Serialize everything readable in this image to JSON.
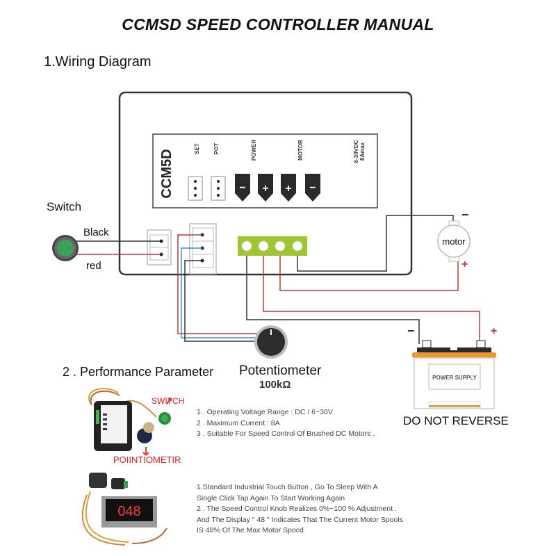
{
  "title": "CCMSD SPEED CONTROLLER MANUAL",
  "section1": {
    "heading": "1.Wiring Diagram",
    "controller": {
      "model": "CCM5D",
      "ports": [
        "SET",
        "POT",
        "POWER",
        "MOTOR"
      ],
      "rating_line1": "6-30VDC",
      "rating_line2": "8Amax",
      "terminals": [
        "−",
        "+",
        "+",
        "−"
      ]
    },
    "switch": {
      "label": "Switch",
      "wire1": "Black",
      "wire2": "red"
    },
    "motor": {
      "label": "motor",
      "minus": "−",
      "plus": "+"
    },
    "potentiometer": {
      "label": "Potentiometer",
      "value": "100kΩ"
    },
    "battery": {
      "label": "POWER SUPPLY",
      "minus": "−",
      "plus": "+",
      "warning": "DO NOT REVERSE"
    },
    "colors": {
      "wire_black": "#333333",
      "wire_red": "#c0393b",
      "wire_blue": "#3c8fd0",
      "terminal_green": "#9dc72d",
      "battery_orange": "#f0962a",
      "switch_green": "#3aa05a"
    }
  },
  "section2": {
    "heading": "2 . Performance Parameter",
    "photo1": {
      "switch_label": "SWITCH",
      "pot_label": "POIINTIOMETIR"
    },
    "params": [
      "1 . Operating Voltage Range : DC / 6−30V",
      "2 . Maximum Current : 8A",
      "3 . Suitable For Speed Control Of Brushed DC Motors ."
    ],
    "photo2": {
      "display_value": "048"
    },
    "description": [
      "1.Standard Industrial Touch Button , Go To Sleep With A",
      "Single Click Tap Again To  Start Working Again",
      "2 . The Speed Control Knob Realizes 0%−100 % Adjustment .",
      "And The Display \" 48 \" Indicates That The Current Motor Spools",
      "IS 48% Of The Max Motor Spocd"
    ]
  }
}
